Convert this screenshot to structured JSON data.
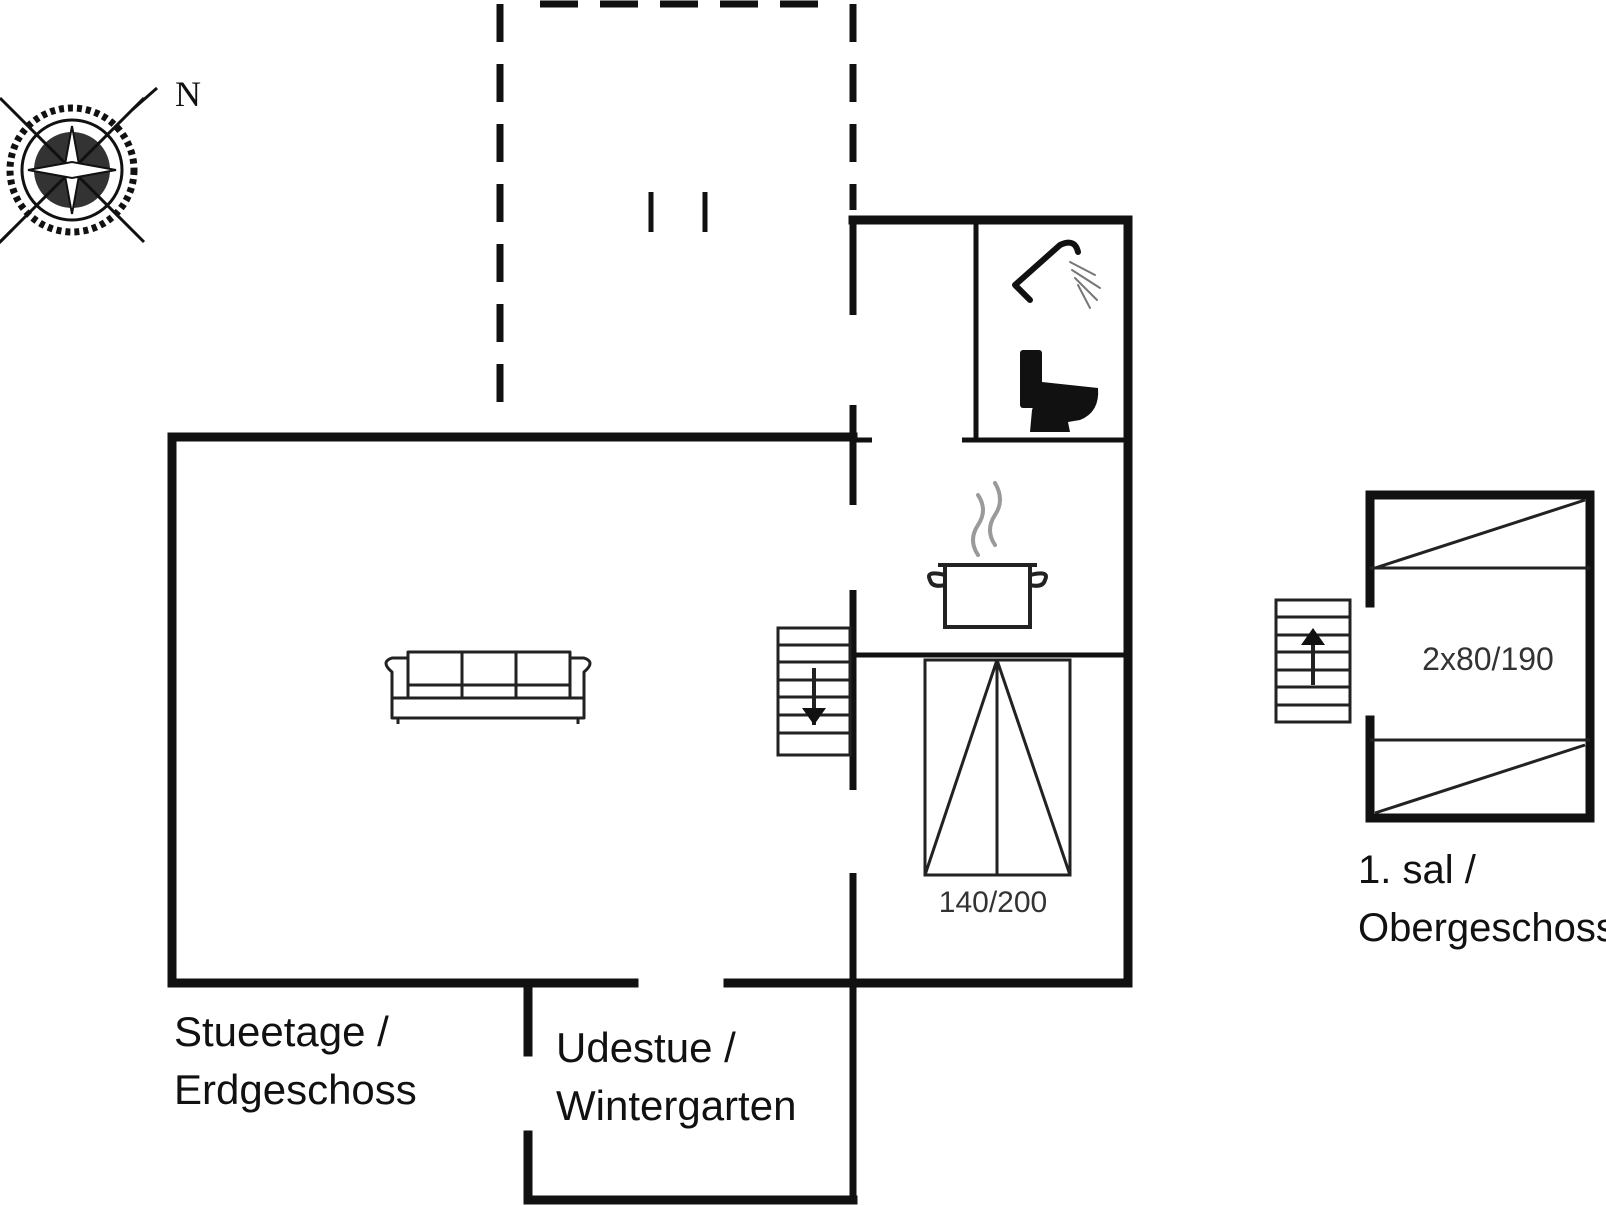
{
  "compass": {
    "north_label": "N",
    "icon": "compass-rose-icon"
  },
  "ground_floor": {
    "label_line1": "Stueetage /",
    "label_line2": "Erdgeschoss",
    "bed_size": "140/200",
    "icons": [
      "sofa-icon",
      "stairs-down-icon",
      "cooking-pot-icon",
      "shower-icon",
      "toilet-icon",
      "double-bed-icon"
    ]
  },
  "conservatory": {
    "label_line1": "Udestue /",
    "label_line2": "Wintergarten"
  },
  "upper_floor": {
    "label_line1": "1. sal /",
    "label_line2": "Obergeschoss",
    "bed_size": "2x80/190",
    "icons": [
      "stairs-up-icon",
      "single-bed-icon"
    ]
  },
  "colors": {
    "wall": "#111111",
    "fixture": "#222222",
    "steam": "#9a9a9a"
  }
}
